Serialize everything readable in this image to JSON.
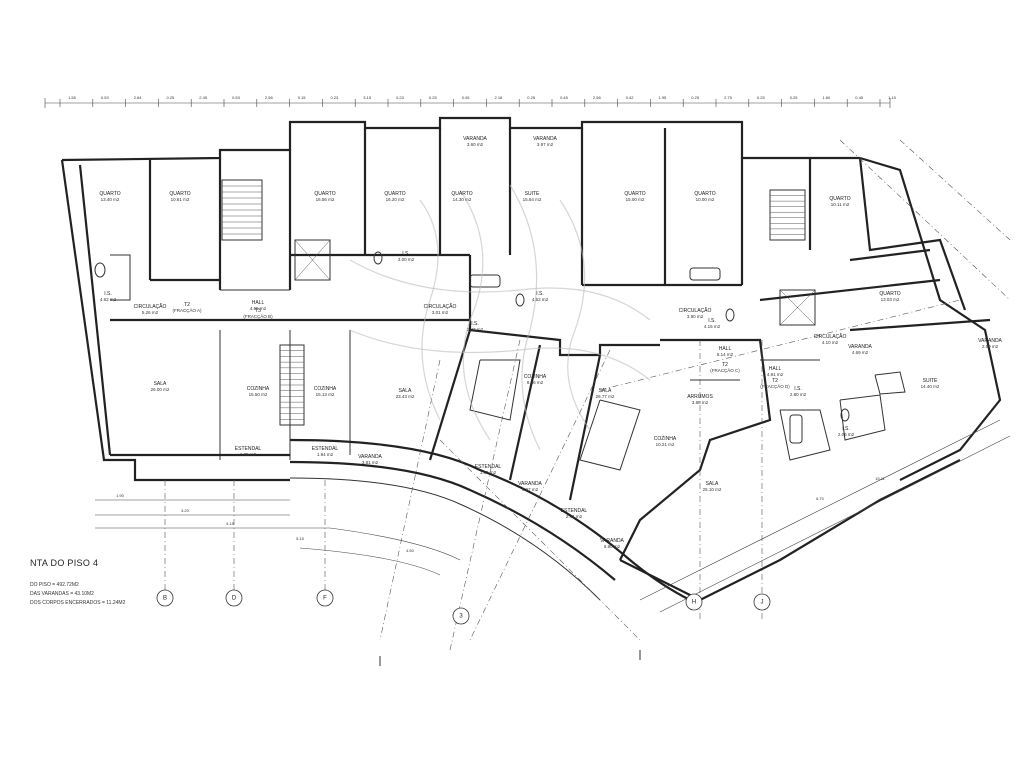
{
  "plan": {
    "title": "NTA DO PISO 4",
    "stats": [
      "DO PISO = 492.72M2",
      "DAS VARANDAS = 43.10M2",
      "DOS CORPOS ENCERRADOS = 11.24M2"
    ]
  },
  "axes": [
    "B",
    "D",
    "F",
    "3",
    "H",
    "J"
  ],
  "rooms": [
    {
      "name": "QUARTO",
      "area": "13.40 m2"
    },
    {
      "name": "QUARTO",
      "area": "10.61 m2"
    },
    {
      "name": "QUARTO",
      "area": "16.56 m2"
    },
    {
      "name": "QUARTO",
      "area": "16.20 m2"
    },
    {
      "name": "QUARTO",
      "area": "14.30 m2"
    },
    {
      "name": "SUITE",
      "area": "15.64 m2"
    },
    {
      "name": "QUARTO",
      "area": "15.00 m2"
    },
    {
      "name": "QUARTO",
      "area": "10.00 m2"
    },
    {
      "name": "QUARTO",
      "area": "10.11 m2"
    },
    {
      "name": "QUARTO",
      "area": "13.03 m2"
    },
    {
      "name": "SUITE",
      "area": "14.40 m2"
    },
    {
      "name": "VARANDA",
      "area": "3.60 m2"
    },
    {
      "name": "VARANDA",
      "area": "3.97 m2"
    },
    {
      "name": "VARANDA",
      "area": "2.50 m2"
    },
    {
      "name": "CIRCULAÇÃO",
      "area": "5.26 m2"
    },
    {
      "name": "CIRCULAÇÃO",
      "area": "3.01 m2"
    },
    {
      "name": "CIRCULAÇÃO",
      "area": "3.90 m2"
    },
    {
      "name": "CIRCULAÇÃO",
      "area": "4.10 m2"
    },
    {
      "name": "HALL",
      "area": "4.65 m2"
    },
    {
      "name": "HALL",
      "area": "5.14 m2"
    },
    {
      "name": "HALL",
      "area": "4.91 m2"
    },
    {
      "name": "T2",
      "area": "(FRACÇÃO A)"
    },
    {
      "name": "T3",
      "area": "(FRACÇÃO B)"
    },
    {
      "name": "T2",
      "area": "(FRACÇÃO C)"
    },
    {
      "name": "T2",
      "area": "(FRACÇÃO D)"
    },
    {
      "name": "SALA",
      "area": "26.00 m2"
    },
    {
      "name": "COZINHA",
      "area": "15.50 m2"
    },
    {
      "name": "COZINHA",
      "area": "15.13 m2"
    },
    {
      "name": "SALA",
      "area": "23.43 m2"
    },
    {
      "name": "COZINHA",
      "area": "8.86 m2"
    },
    {
      "name": "SALA",
      "area": "26.77 m2"
    },
    {
      "name": "ARRUMOS",
      "area": "3.88 m2"
    },
    {
      "name": "COZINHA",
      "area": "10.21 m2"
    },
    {
      "name": "SALA",
      "area": "25.10 m2"
    },
    {
      "name": "VARANDA",
      "area": "5.90 m2"
    },
    {
      "name": "ESTENDAL",
      "area": "1.35 m2"
    },
    {
      "name": "ESTENDAL",
      "area": "1.94 m2"
    },
    {
      "name": "VARANDA",
      "area": "3.81 m2"
    },
    {
      "name": "ESTENDAL",
      "area": "1.85 m2"
    },
    {
      "name": "VARANDA",
      "area": "4.97 m2"
    },
    {
      "name": "ESTENDAL",
      "area": "2.41 m2"
    },
    {
      "name": "VARANDA",
      "area": "4.69 m2"
    },
    {
      "name": "I.S.",
      "area": "4.62 m2"
    },
    {
      "name": "I.S.",
      "area": "3.00 m2"
    },
    {
      "name": "I.S.",
      "area": "2.47 m2"
    },
    {
      "name": "I.S.",
      "area": "4.52 m2"
    },
    {
      "name": "I.S.",
      "area": "4.15 m2"
    },
    {
      "name": "I.S.",
      "area": "2.80 m2"
    },
    {
      "name": "I.S.",
      "area": "2.06 m2"
    }
  ],
  "dims_top": [
    "1.55",
    "0.53",
    "2.64",
    "0.25",
    "2.45",
    "0.53",
    "2.56",
    "0.15",
    "0.23",
    "3.15",
    "0.23",
    "0.25",
    "0.45",
    "2.16",
    "0.25",
    "0.45",
    "2.56",
    "0.42",
    "1.95",
    "0.25",
    "2.75",
    "0.25",
    "0.25",
    "1.60",
    "0.45",
    "1.15"
  ],
  "dims_bottom": [
    "1.90",
    "3.20",
    "4.15",
    "5.15",
    "4.50",
    "6.70",
    "15.11"
  ]
}
